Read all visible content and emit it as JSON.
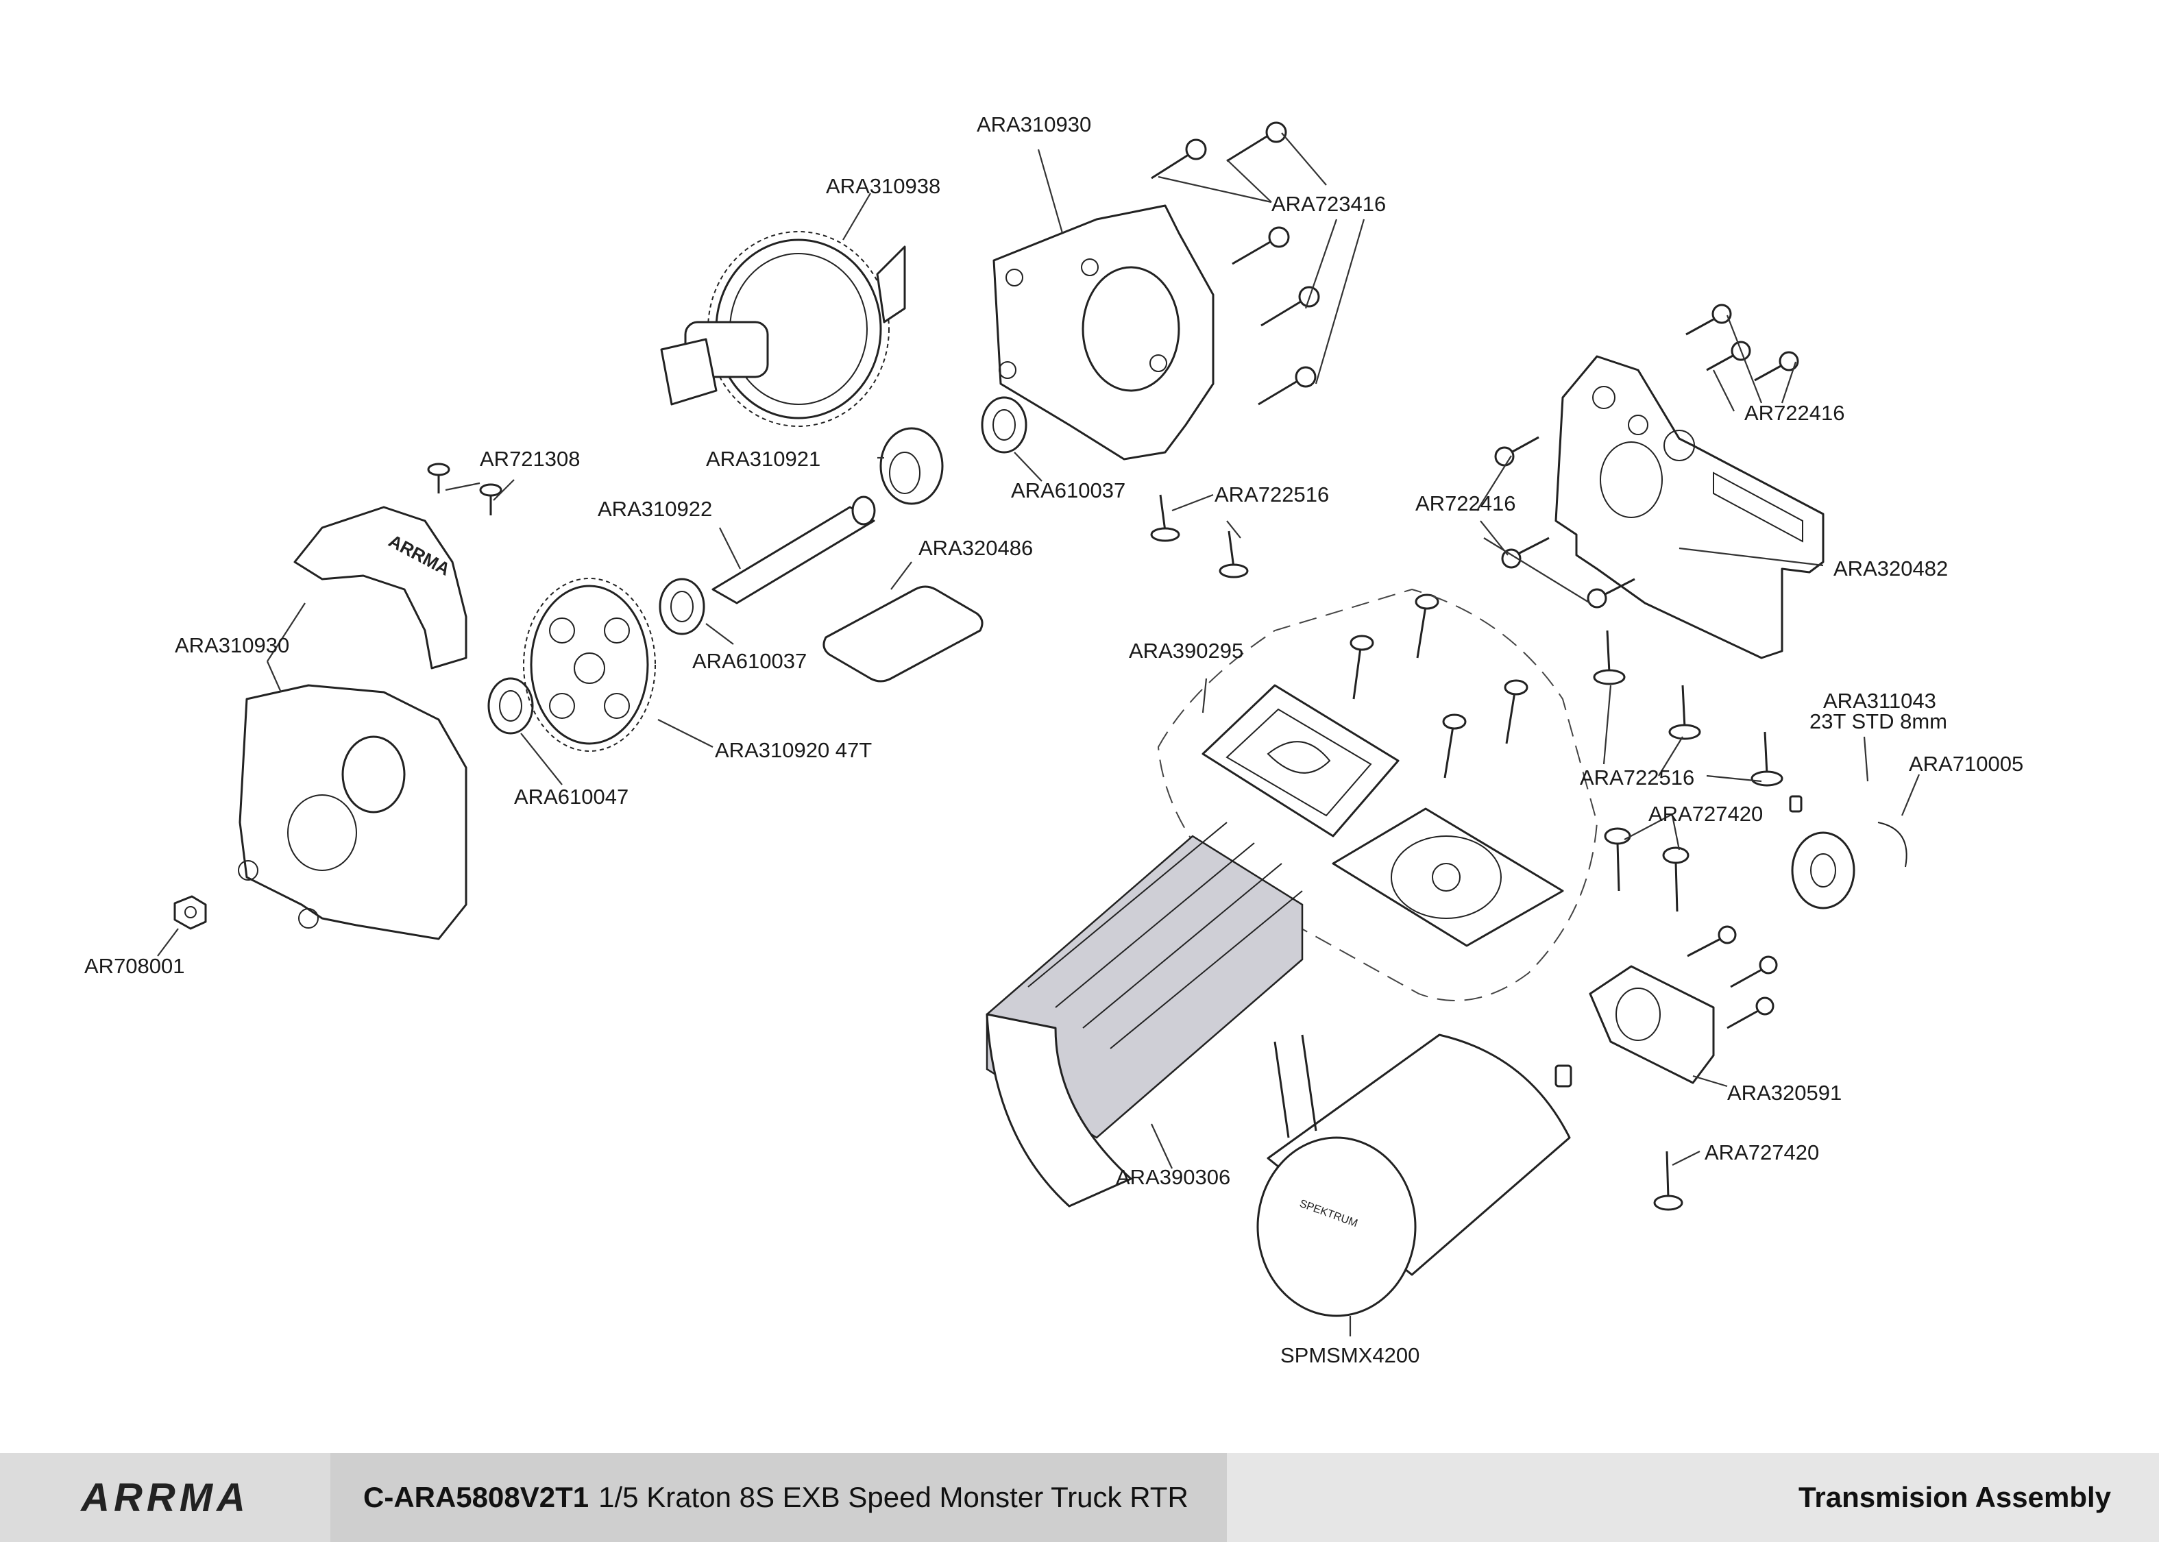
{
  "labels": {
    "ara310930_top": "ARA310930",
    "ara310938": "ARA310938",
    "ara723416": "ARA723416",
    "ar722416_top": "AR722416",
    "ara310921": "ARA310921",
    "ara610037_top": "ARA610037",
    "ara722516_top": "ARA722516",
    "ar721308": "AR721308",
    "ara310922": "ARA310922",
    "ara320486": "ARA320486",
    "ar722416_mid": "AR722416",
    "ara320482": "ARA320482",
    "ara610037_mid": "ARA610037",
    "ara310930_left": "ARA310930",
    "ara390295": "ARA390295",
    "ara310920": "ARA310920  47T",
    "ara610047": "ARA610047",
    "ara311043_line1": "ARA311043",
    "ara311043_line2": "23T STD 8mm",
    "ara710005": "ARA710005",
    "ara722516_right": "ARA722516",
    "ara727420_top": "ARA727420",
    "ar708001": "AR708001",
    "ara320591": "ARA320591",
    "ara727420_bottom": "ARA727420",
    "ara390306": "ARA390306",
    "spmsmx4200": "SPMSMX4200"
  },
  "footer": {
    "brand": "ARRMA",
    "part_number": "C-ARA5808V2T1",
    "model": "1/5 Kraton 8S EXB Speed Monster Truck RTR",
    "section": "Transmision Assembly"
  },
  "colors": {
    "footer_logo_bg": "#dcdcdc",
    "footer_title_bg": "#cfcfcf",
    "footer_section_bg": "#e6e6e6",
    "heatsink_fill": "#cfcfd6"
  }
}
